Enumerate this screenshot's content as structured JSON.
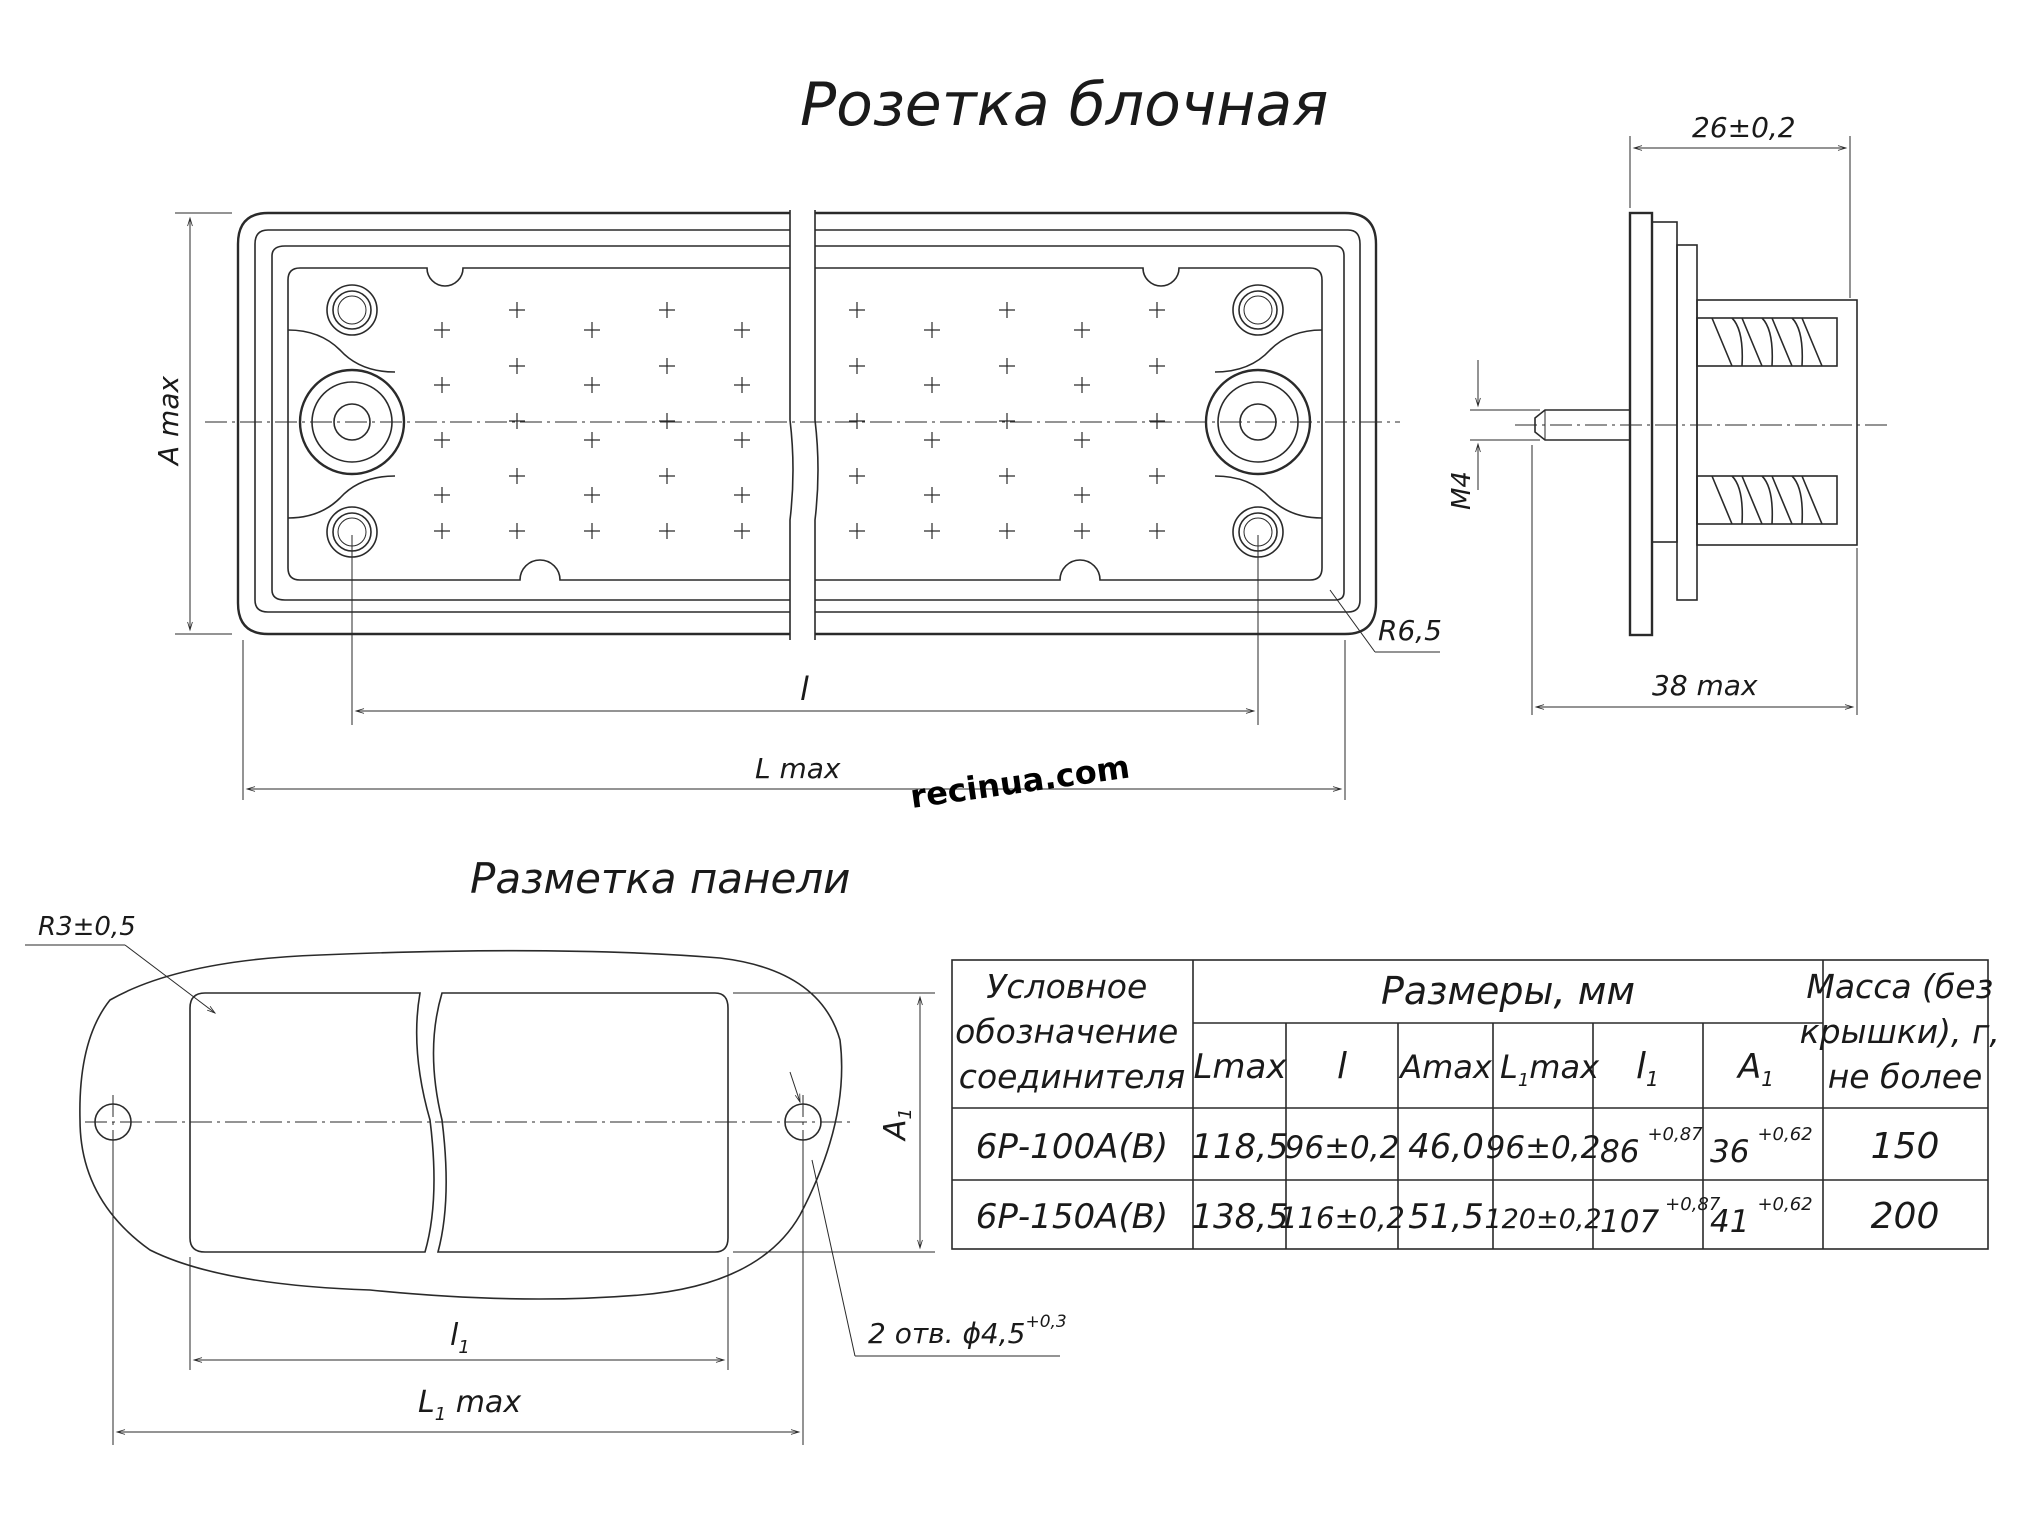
{
  "titles": {
    "main": "Розетка блочная",
    "panel": "Разметка панели"
  },
  "watermark": "recinua.com",
  "dimensions": {
    "a_max": "A max",
    "l": "l",
    "l_max": "L max",
    "r65": "R6,5",
    "width_26": "26±0,2",
    "depth_38": "38 max",
    "thread": "M4",
    "r3": "R3±0,5",
    "a1": "A",
    "a1_sub": "1",
    "l1": "l",
    "l1_sub": "1",
    "l1max": "L",
    "l1max_sub": "1",
    "l1max_tail": " max",
    "holes": "2 отв. ϕ4,5",
    "holes_tol": "+0,3"
  },
  "table": {
    "header": {
      "designation": [
        "Условное",
        "обозначение",
        "соединителя"
      ],
      "sizes": "Размеры, мм",
      "mass": [
        "Масса (без",
        "крышки), г,",
        "не более"
      ],
      "col_lmax": "Lmax",
      "col_l": "l",
      "col_amax": "Amax",
      "col_l1max": "L",
      "col_l1max_sub": "1",
      "col_l1max_tail": "max",
      "col_l1": "l",
      "col_l1_sub": "1",
      "col_a1": "A",
      "col_a1_sub": "1"
    },
    "rows": [
      {
        "designation": "6Р-100А(В)",
        "lmax": "118,5",
        "l": "96±0,2",
        "amax": "46,0",
        "l1max": "96±0,2",
        "l1": "86",
        "l1_tol": "+0,87",
        "a1": "36",
        "a1_tol": "+0,62",
        "mass": "150"
      },
      {
        "designation": "6Р-150А(В)",
        "lmax": "138,5",
        "l": "116±0,2",
        "amax": "51,5",
        "l1max": "120±0,2",
        "l1": "107",
        "l1_tol": "+0,87",
        "a1": "41",
        "a1_tol": "+0,62",
        "mass": "200"
      }
    ]
  }
}
